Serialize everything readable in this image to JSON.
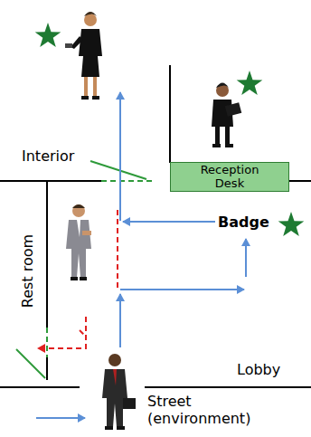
{
  "diagram": {
    "nodes": [
      {
        "text": [
          "Reception Desk"
        ]
      }
    ],
    "labels": [
      "Interior",
      "Badge",
      "Rest room",
      "Lobby",
      "Street (environment)"
    ]
  }
}
